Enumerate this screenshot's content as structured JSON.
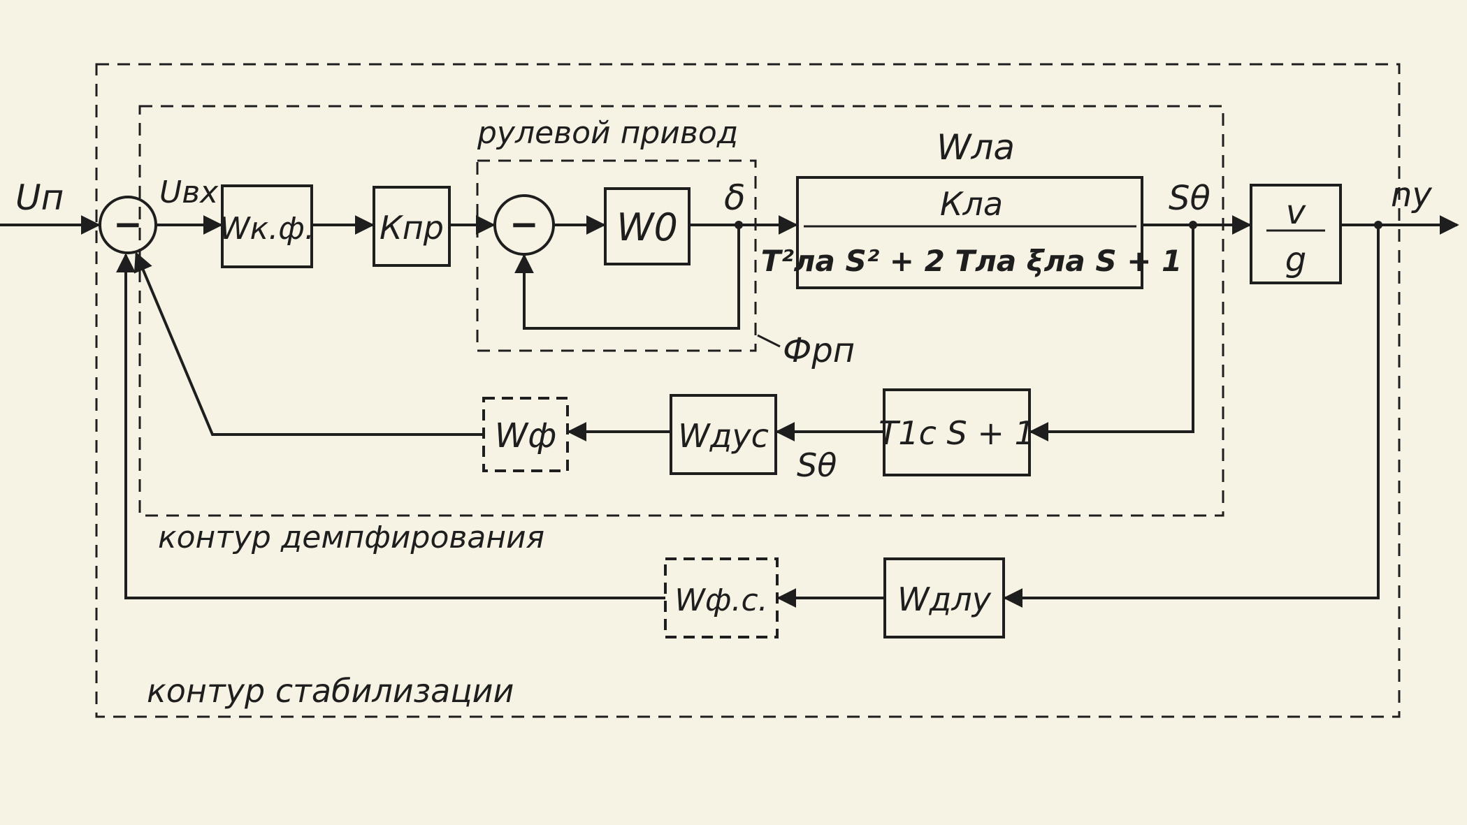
{
  "signals": {
    "input": "Uп",
    "input_error": "Uвх",
    "delta": "δ",
    "pitch_rate": "Sθ",
    "pitch_rate_feedback": "Sθ",
    "output": "nу",
    "actuator_tf": "Фрп"
  },
  "blocks": {
    "correction_filter": "Wк.ф.",
    "amplifier": "Кпр",
    "actuator_core": "W0",
    "aircraft_title": "Wлa",
    "aircraft_num": "Кла",
    "aircraft_den": "T²ла S² + 2 Tла ξла S + 1",
    "gain_num": "v",
    "gain_den": "g",
    "lead": "T1c S + 1",
    "rate_gyro": "Wдус",
    "filter": "Wф",
    "accelerometer": "Wдлу",
    "accel_filter": "Wф.с."
  },
  "sum_signs": {
    "main": "−",
    "actuator": "−"
  },
  "regions": {
    "actuator": "рулевой привод",
    "damping": "контур демпфирования",
    "stabilization": "контур стабилизации"
  }
}
